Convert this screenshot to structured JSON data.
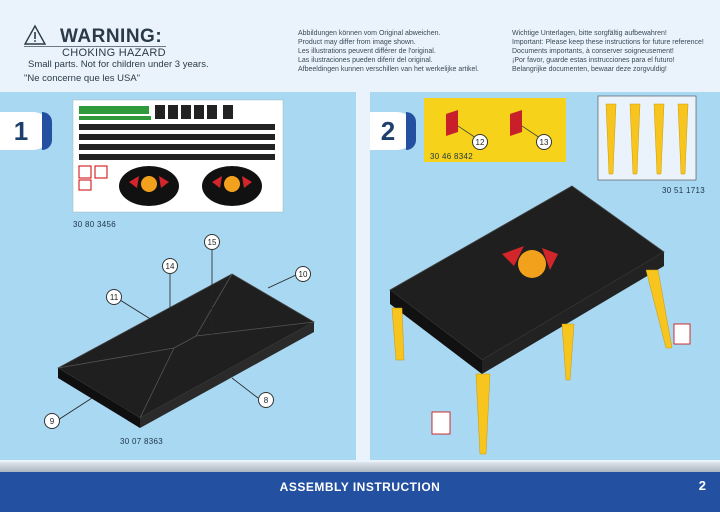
{
  "warning": {
    "title": "WARNING:",
    "hazard": "CHOKING HAZARD",
    "small_parts": "Small parts. Not for children under 3 years.",
    "usa_note": "\"Ne concerne que les USA\""
  },
  "notice_left": [
    "Abbildungen können vom Original abweichen.",
    "Product may differ from image shown.",
    "Les illustrations peuvent différer de l'original.",
    "Las ilustraciones pueden diferir del original.",
    "Afbeeldingen kunnen verschillen van het werkelijke artikel."
  ],
  "notice_right": [
    "Wichtige Unterlagen, bitte sorgfältig aufbewahren!",
    "Important: Please keep these instructions for future reference!",
    "Documents importants, à conserver soigneusement!",
    "¡Por favor, guarde estas instrucciones para el futuro!",
    "Belangrijke documenten, bewaar deze zorgvuldig!"
  ],
  "step1": {
    "number": "1",
    "sticker_code": "30 80 3456",
    "roof_code": "30 07 8363",
    "callouts": [
      "15",
      "14",
      "10",
      "11",
      "8",
      "9"
    ]
  },
  "step2": {
    "number": "2",
    "sign_code": "30 46 8342",
    "leg_code": "30 51 1713",
    "callouts": [
      "12",
      "13"
    ]
  },
  "footer": {
    "title": "ASSEMBLY INSTRUCTION",
    "page": "2"
  },
  "colors": {
    "panel": "#a8d8f2",
    "footer": "#2350a0",
    "roof": "#1f1f1f",
    "leg": "#f7c51e",
    "sign_bg": "#f7d21a"
  }
}
